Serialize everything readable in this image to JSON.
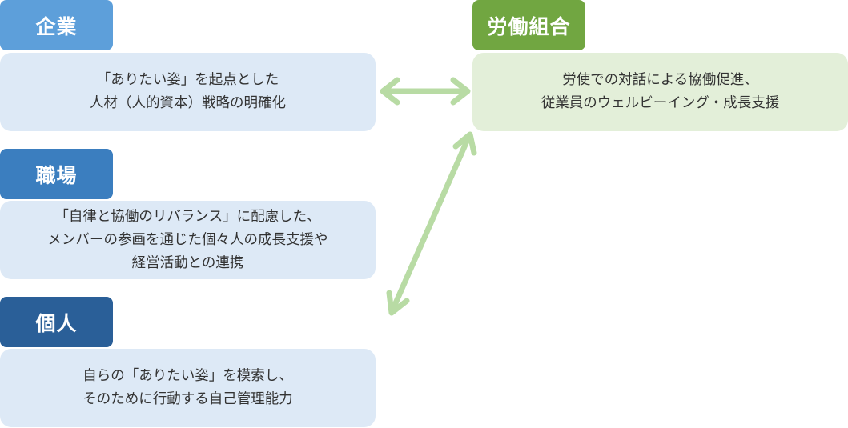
{
  "colors": {
    "tag_company": "#5d9fda",
    "tag_workplace": "#3b7ebf",
    "tag_individual": "#2a5f98",
    "tag_union": "#71a641",
    "box_blue": "#dde9f6",
    "box_green": "#e3efd9",
    "arrow": "#b8dba4"
  },
  "company": {
    "tag": "企業",
    "lines": [
      "「ありたい姿」を起点とした",
      "人材（人的資本）戦略の明確化"
    ]
  },
  "workplace": {
    "tag": "職場",
    "lines": [
      "「自律と協働のリバランス」に配慮した、",
      "メンバーの参画を通じた個々人の成長支援や",
      "経営活動との連携"
    ]
  },
  "individual": {
    "tag": "個人",
    "lines": [
      "自らの「ありたい姿」を模索し、",
      "そのために行動する自己管理能力"
    ]
  },
  "union": {
    "tag": "労働組合",
    "lines": [
      "労使での対話による協働促進、",
      "従業員のウェルビーイング・成長支援"
    ]
  }
}
